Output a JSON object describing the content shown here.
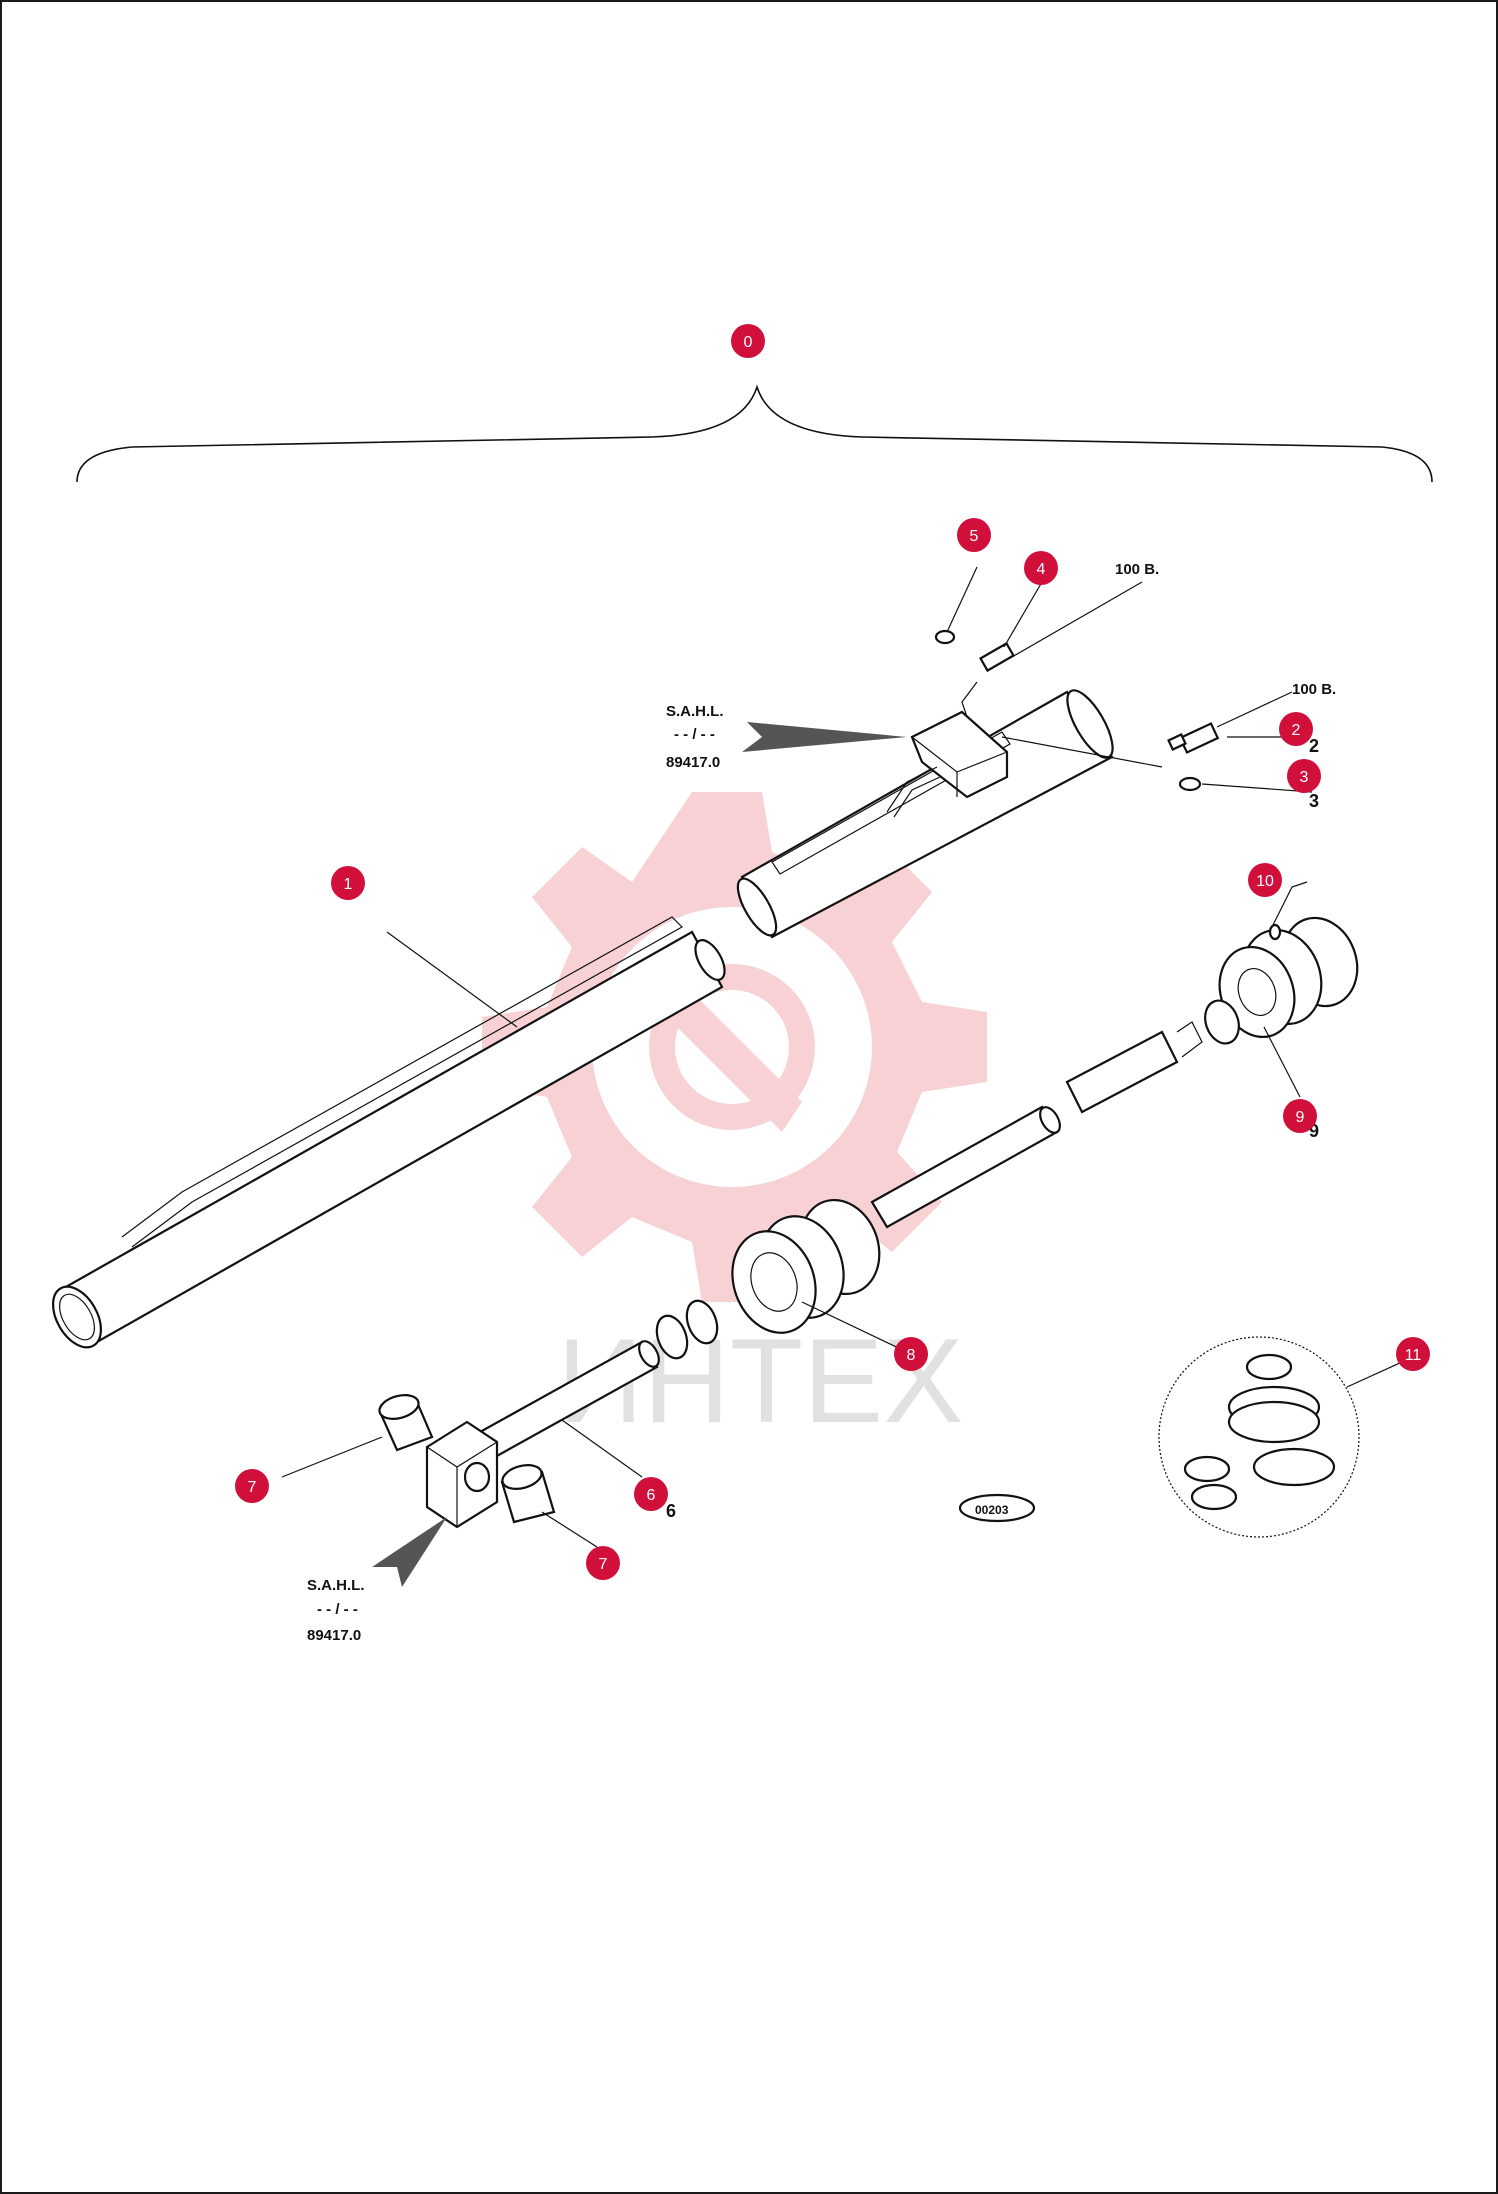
{
  "watermark": {
    "text": "ИНТЕХ",
    "color": "#f6c9cd"
  },
  "badge_color": "#d0103a",
  "badges": [
    {
      "id": "badge-0",
      "label": "0"
    },
    {
      "id": "badge-1",
      "label": "1"
    },
    {
      "id": "badge-2",
      "label": "2"
    },
    {
      "id": "badge-3",
      "label": "3"
    },
    {
      "id": "badge-4",
      "label": "4"
    },
    {
      "id": "badge-5",
      "label": "5"
    },
    {
      "id": "badge-6",
      "label": "6"
    },
    {
      "id": "badge-7a",
      "label": "7"
    },
    {
      "id": "badge-7b",
      "label": "7"
    },
    {
      "id": "badge-8",
      "label": "8"
    },
    {
      "id": "badge-9",
      "label": "9"
    },
    {
      "id": "badge-10",
      "label": "10"
    },
    {
      "id": "badge-11",
      "label": "11"
    }
  ],
  "labels": {
    "sahl_top": "S.A.H.L.",
    "sep_top": "- - / - -",
    "code_top": "89417.0",
    "sahl_bottom": "S.A.H.L.",
    "sep_bottom": "- - / - -",
    "code_bottom": "89417.0",
    "bar_4": "100 B.",
    "bar_2": "100 B.",
    "diagram_number": "00203",
    "num_2": "2",
    "num_3": "3",
    "num_6": "6",
    "num_9": "9"
  }
}
